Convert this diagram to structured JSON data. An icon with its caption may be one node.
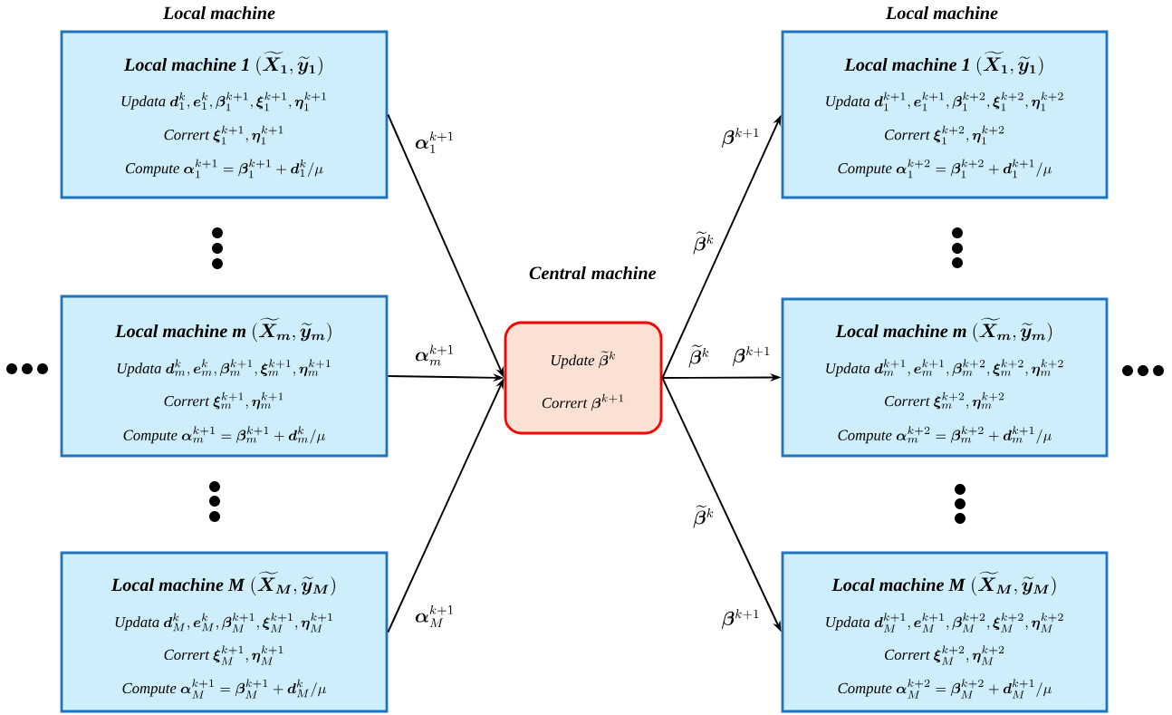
{
  "diagram": {
    "nodes": [
      {
        "text": [
          "\\textbf{\\textit{Local machine 1}}\\ (\\widetilde{\\bm X}_{\\bm 1},\\widetilde{\\bm y}_{\\bm 1})",
          "\\textit{Updata}\\ \\bm d_1^k,\\bm e_1^k,\\bm\\beta_1^{k+1},\\bm\\xi_1^{k+1},\\bm\\eta_1^{k+1}",
          "\\textit{Corrert}\\ \\bm\\xi_1^{k+1},\\bm\\eta_1^{k+1}",
          "\\textit{Compute}\\ \\bm\\alpha_1^{k+1}=\\bm\\beta_1^{k+1}+\\bm d_1^k/\\mu"
        ]
      },
      {
        "text": [
          "\\textbf{\\textit{Local machine m}}\\ (\\widetilde{\\bm X}_{\\bm m},\\widetilde{\\bm y}_{\\bm m})",
          "\\textit{Updata}\\ \\bm d_m^k,\\bm e_m^k,\\bm\\beta_m^{k+1},\\bm\\xi_m^{k+1},\\bm\\eta_m^{k+1}",
          "\\textit{Corrert}\\ \\bm\\xi_m^{k+1},\\bm\\eta_m^{k+1}",
          "\\textit{Compute}\\ \\bm\\alpha_m^{k+1}=\\bm\\beta_m^{k+1}+\\bm d_m^k/\\mu"
        ]
      },
      {
        "text": [
          "\\textbf{\\textit{Local machine M}}\\ (\\widetilde{\\bm X}_{\\bm M},\\widetilde{\\bm y}_{\\bm M})",
          "\\textit{Updata}\\ \\bm d_M^k,\\bm e_M^k,\\bm\\beta_M^{k+1},\\bm\\xi_M^{k+1},\\bm\\eta_M^{k+1}",
          "\\textit{Corrert}\\ \\bm\\xi_M^{k+1},\\bm\\eta_M^{k+1}",
          "\\textit{Compute}\\ \\bm\\alpha_M^{k+1}=\\bm\\beta_M^{k+1}+\\bm d_M^k/\\mu"
        ]
      },
      {
        "text": [
          "\\textbf{\\textit{Central machine}}",
          "\\textit{Update}\\ \\widetilde{\\bm\\beta}^k",
          "\\textit{Corrert}\\ \\bm\\beta^{k+1}"
        ]
      },
      {
        "text": [
          "\\textbf{\\textit{Local machine 1}}\\ (\\widetilde{\\bm X}_{\\bm 1},\\widetilde{\\bm y}_{\\bm 1})",
          "\\textit{Updata}\\ \\bm d_1^{k+1},\\bm e_1^{k+1},\\bm\\beta_1^{k+2},\\bm\\xi_1^{k+2},\\bm\\eta_1^{k+2}",
          "\\textit{Corrert}\\ \\bm\\xi_1^{k+2},\\bm\\eta_1^{k+2}",
          "\\textit{Compute}\\ \\bm\\alpha_1^{k+2}=\\bm\\beta_1^{k+2}+\\bm d_1^{k+1}/\\mu"
        ]
      },
      {
        "text": [
          "\\textbf{\\textit{Local machine m}}\\ (\\widetilde{\\bm X}_{\\bm m},\\widetilde{\\bm y}_{\\bm m})",
          "\\textit{Updata}\\ \\bm d_m^{k+1},\\bm e_m^{k+1},\\bm\\beta_m^{k+2},\\bm\\xi_m^{k+2},\\bm\\eta_m^{k+2}",
          "\\textit{Corrert}\\ \\bm\\xi_m^{k+2},\\bm\\eta_m^{k+2}",
          "\\textit{Compute}\\ \\bm\\alpha_m^{k+2}=\\bm\\beta_m^{k+2}+\\bm d_m^{k+1}/\\mu"
        ]
      },
      {
        "text": [
          "\\textbf{\\textit{Local machine M}}\\ (\\widetilde{\\bm X}_{\\bm M},\\widetilde{\\bm y}_{\\bm M})",
          "\\textit{Updata}\\ \\bm d_M^{k+1},\\bm e_M^{k+1},\\bm\\beta_M^{k+2},\\bm\\xi_M^{k+2},\\bm\\eta_M^{k+2}",
          "\\textit{Corrert}\\ \\bm\\xi_M^{k+2},\\bm\\eta_M^{k+2}",
          "\\textit{Compute}\\ \\bm\\alpha_M^{k+2}=\\bm\\beta_M^{k+2}+\\bm d_M^{k+1}/\\mu"
        ]
      }
    ],
    "edges": [
      {
        "from": 0,
        "to": 3,
        "arrow": "to",
        "label": "\\bm\\alpha_1^{k+1}"
      },
      {
        "from": 1,
        "to": 3,
        "arrow": "to",
        "label": "\\bm\\alpha_m^{k+1}"
      },
      {
        "from": 2,
        "to": 3,
        "arrow": "to",
        "label": "\\bm\\alpha_M^{k+1}"
      },
      {
        "from": 3,
        "to": 4,
        "arrow": "to",
        "label": "\\widetilde{\\bm\\beta}^k"
      },
      {
        "from": 3,
        "to": 5,
        "arrow": "to",
        "label": "\\widetilde{\\bm\\beta}^k"
      },
      {
        "from": 3,
        "to": 6,
        "arrow": "to",
        "label": "\\widetilde{\\bm\\beta}^k"
      }
    ],
    "labels": [
      "\\textbf{\\textit{Local machine}}",
      "\\textbf{\\textit{Local machine}}",
      "\\bm\\beta^{k+1}",
      "\\bm\\beta^{k+1}",
      "\\bm\\beta^{k+1}"
    ]
  }
}
